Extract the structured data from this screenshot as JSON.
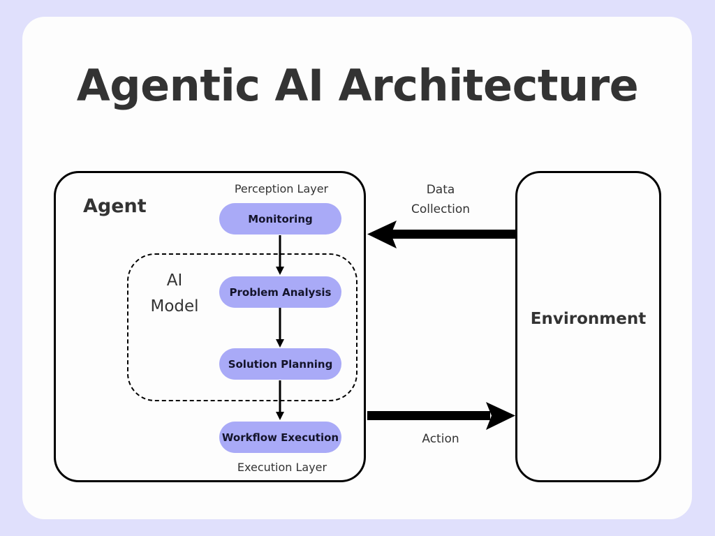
{
  "title": "Agentic AI Architecture",
  "agent": {
    "label": "Agent",
    "perception_layer_label": "Perception Layer",
    "execution_layer_label": "Execution Layer",
    "ai_model": {
      "label_line1": "AI",
      "label_line2": "Model"
    },
    "steps": [
      {
        "label": "Monitoring"
      },
      {
        "label": "Problem Analysis"
      },
      {
        "label": "Solution Planning"
      },
      {
        "label": "Workflow Execution"
      }
    ]
  },
  "environment": {
    "label": "Environment"
  },
  "flows": {
    "data_collection_line1": "Data",
    "data_collection_line2": "Collection",
    "action": "Action"
  },
  "colors": {
    "background": "#e0e0fc",
    "card": "#fdfdfd",
    "step_fill": "#a9aaf7",
    "text": "#333333",
    "stroke": "#000000"
  }
}
